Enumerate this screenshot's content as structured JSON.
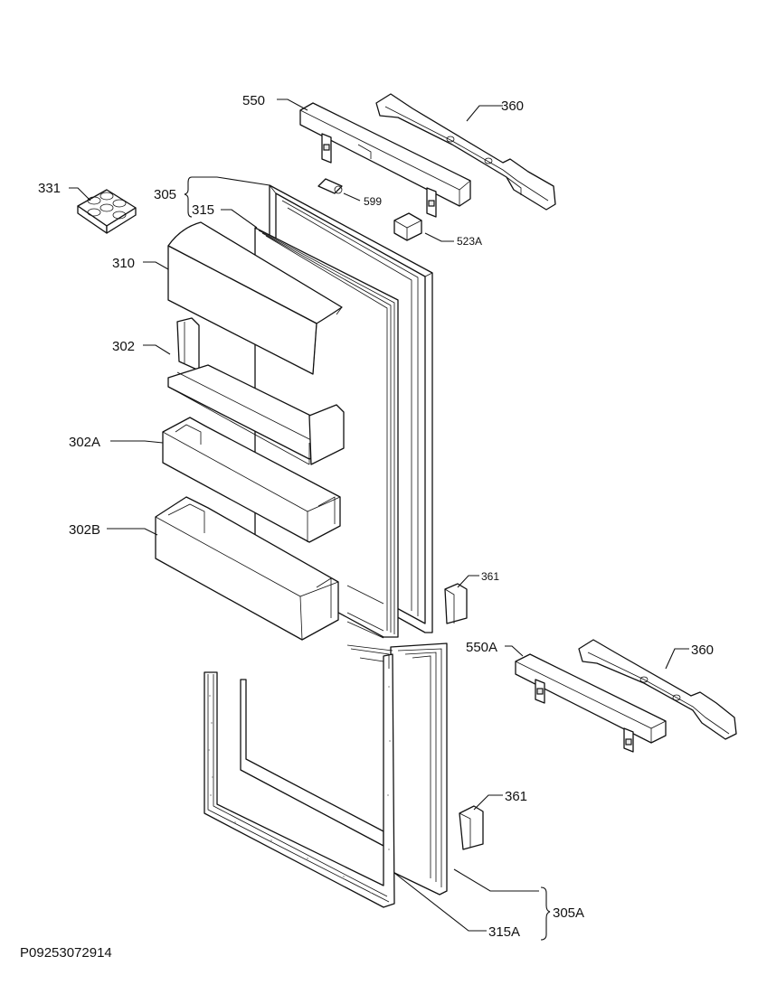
{
  "document_code": "P09253072914",
  "callouts": {
    "c550": "550",
    "c360_top": "360",
    "c599": "599",
    "c523a": "523A",
    "c331": "331",
    "c305": "305",
    "c315": "315",
    "c310": "310",
    "c302": "302",
    "c302a": "302A",
    "c302b": "302B",
    "c361_top": "361",
    "c550a": "550A",
    "c360_bottom": "360",
    "c361_bottom": "361",
    "c305a": "305A",
    "c315a": "315A"
  }
}
